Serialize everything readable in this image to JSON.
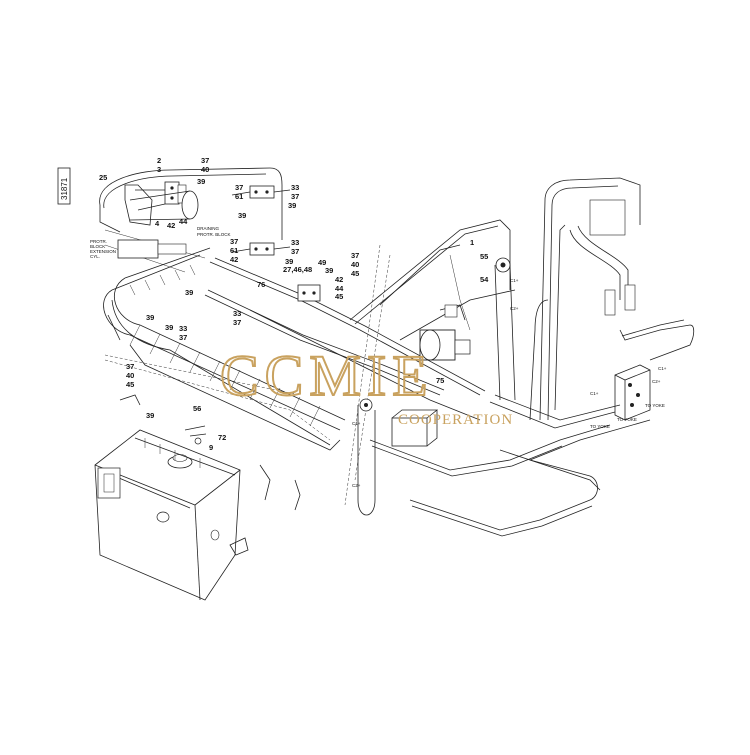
{
  "drawing_number": "31871",
  "callouts": [
    {
      "text": "2"
    },
    {
      "text": "3"
    },
    {
      "text": "37"
    },
    {
      "text": "40"
    },
    {
      "text": "25"
    },
    {
      "text": "39"
    },
    {
      "text": "4"
    },
    {
      "text": "42"
    },
    {
      "text": "44"
    },
    {
      "text": "37"
    },
    {
      "text": "61"
    },
    {
      "text": "39"
    },
    {
      "text": "33"
    },
    {
      "text": "37"
    },
    {
      "text": "39"
    },
    {
      "text": "37"
    },
    {
      "text": "61"
    },
    {
      "text": "42"
    },
    {
      "text": "33"
    },
    {
      "text": "37"
    },
    {
      "text": "39"
    },
    {
      "text": "27,46,48"
    },
    {
      "text": "49"
    },
    {
      "text": "39"
    },
    {
      "text": "37"
    },
    {
      "text": "40"
    },
    {
      "text": "45"
    },
    {
      "text": "42"
    },
    {
      "text": "44"
    },
    {
      "text": "45"
    },
    {
      "text": "1"
    },
    {
      "text": "55"
    },
    {
      "text": "54"
    },
    {
      "text": "39"
    },
    {
      "text": "76"
    },
    {
      "text": "39"
    },
    {
      "text": "33"
    },
    {
      "text": "37"
    },
    {
      "text": "39"
    },
    {
      "text": "33"
    },
    {
      "text": "37"
    },
    {
      "text": "75"
    },
    {
      "text": "37"
    },
    {
      "text": "40"
    },
    {
      "text": "45"
    },
    {
      "text": "39"
    },
    {
      "text": "56"
    },
    {
      "text": "72"
    },
    {
      "text": "9"
    }
  ],
  "notes": [
    {
      "text": "DRAINING"
    },
    {
      "text": "PROTR. BLOCK"
    },
    {
      "text": "PROTR."
    },
    {
      "text": "BLOCK"
    },
    {
      "text": "EXTENSION"
    },
    {
      "text": "CYL."
    },
    {
      "text": "C1+"
    },
    {
      "text": "C2+"
    },
    {
      "text": "C1+"
    },
    {
      "text": "C2+"
    },
    {
      "text": "C2+"
    },
    {
      "text": "C1+"
    },
    {
      "text": "C1+"
    },
    {
      "text": "TO YOKE"
    },
    {
      "text": "TO YOKE"
    },
    {
      "text": "TO YOKE"
    }
  ],
  "watermark": {
    "main": "CCMIE",
    "sub": "COOPERATION"
  }
}
